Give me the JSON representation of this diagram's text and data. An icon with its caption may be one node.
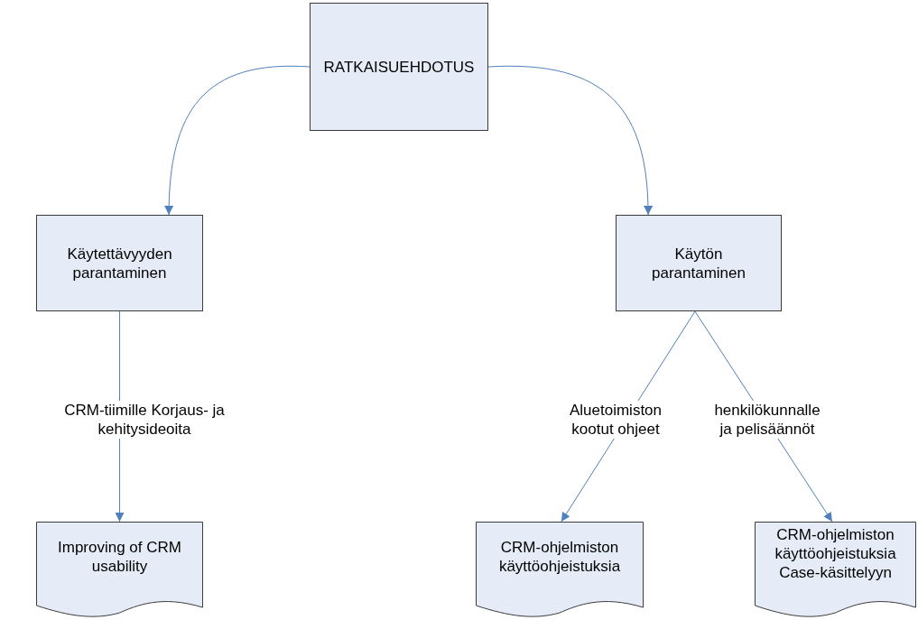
{
  "diagram": {
    "nodes": [
      {
        "text": [
          "RATKAISUEHDOTUS"
        ]
      },
      {
        "text": [
          "Käytettävyyden parantaminen"
        ]
      },
      {
        "text": [
          "Käytön parantaminen"
        ]
      },
      {
        "text": [
          "Improving of CRM usability"
        ]
      },
      {
        "text": [
          "CRM-ohjelmiston käyttöohjeistuksia"
        ]
      },
      {
        "text": [
          "CRM-ohjelmiston käyttöohjeistuksia Case-käsittelyyn"
        ]
      }
    ],
    "edges": [
      {
        "from": 0,
        "to": 1,
        "arrow": "to"
      },
      {
        "from": 0,
        "to": 2,
        "arrow": "to"
      },
      {
        "from": 1,
        "to": 3,
        "arrow": "to",
        "label": "CRM-tiimille Korjaus- ja kehitysideoita"
      },
      {
        "from": 2,
        "to": 4,
        "arrow": "to",
        "label": "Aluetoimiston kootut ohjeet"
      },
      {
        "from": 2,
        "to": 5,
        "arrow": "to",
        "label": "henkilökunnalle ja pelisäännöt"
      }
    ]
  }
}
